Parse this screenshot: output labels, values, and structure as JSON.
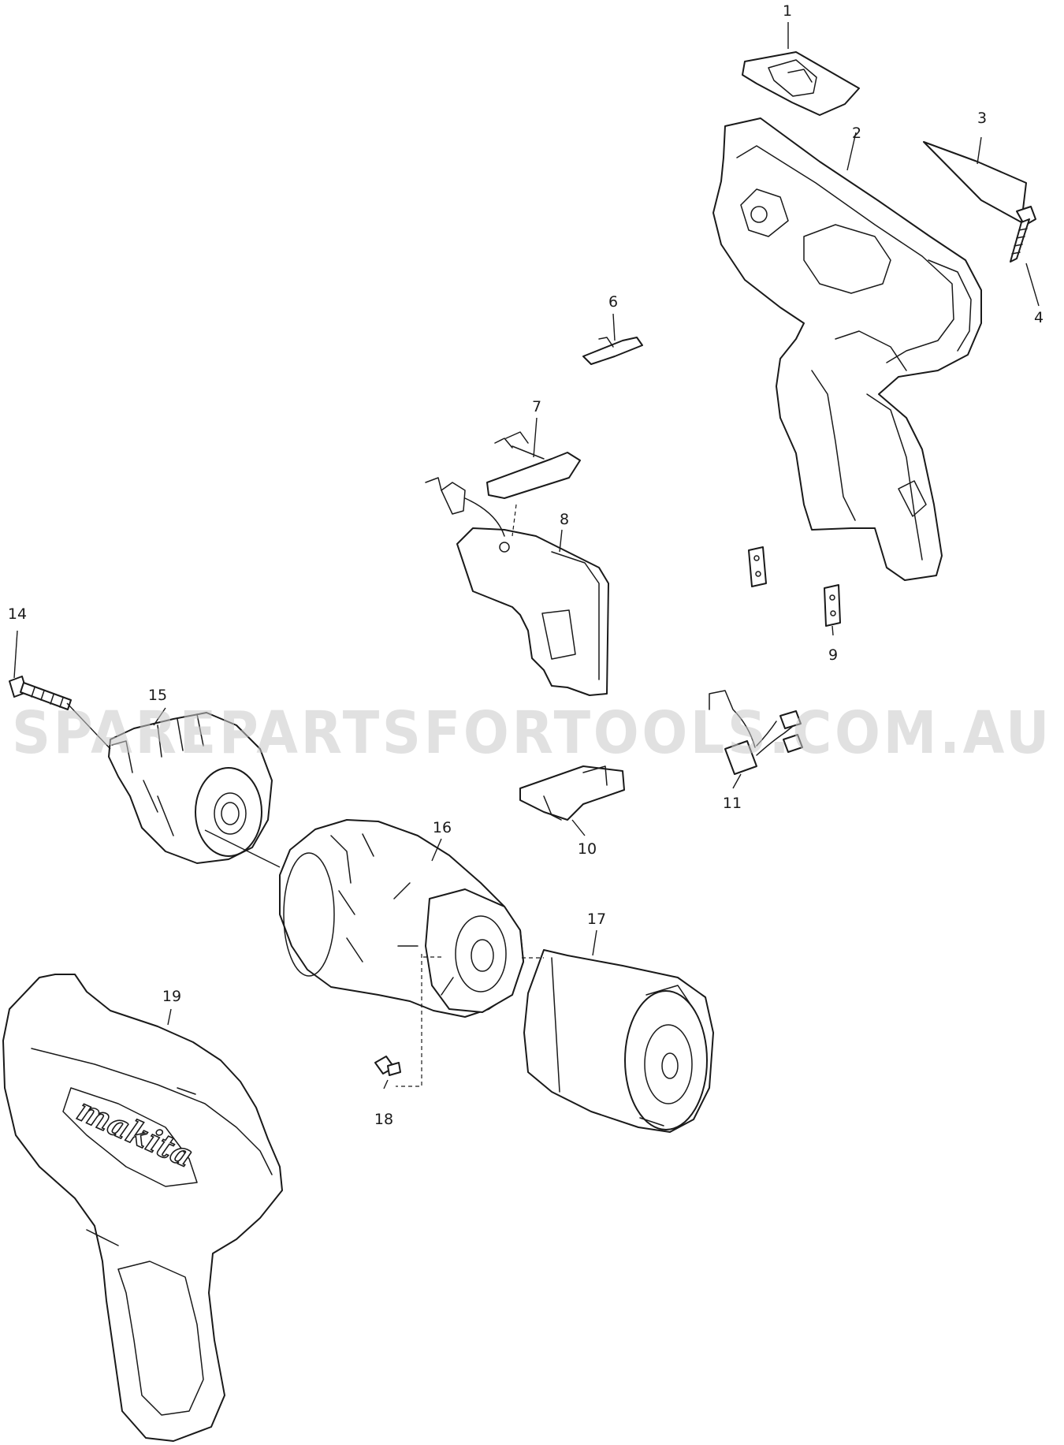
{
  "watermark": "SPAREPARTSFORTOOLS.COM.AU",
  "brand_text": "makita",
  "callouts": [
    "1",
    "2",
    "3",
    "4",
    "6",
    "7",
    "8",
    "9",
    "10",
    "11",
    "14",
    "15",
    "16",
    "17",
    "18",
    "19"
  ],
  "colors": {
    "line": "#1a1a1a",
    "watermark": "#c8c8c8",
    "background": "#ffffff"
  }
}
